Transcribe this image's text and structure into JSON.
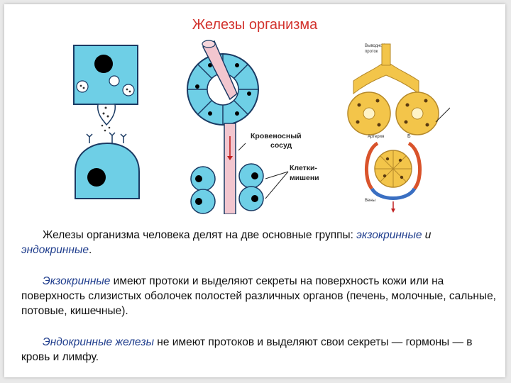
{
  "title": "Железы организма",
  "figure2": {
    "label_vessel_1": "Кровеносный",
    "label_vessel_2": "сосуд",
    "label_target_1": "Клетки-",
    "label_target_2": "мишени"
  },
  "figure3": {
    "label_duct_1": "Выводной",
    "label_duct_2": "проток",
    "label_artery": "Артерия",
    "label_vein": "Вены",
    "label_b": "Б"
  },
  "paragraphs": {
    "p1_text": "Железы организма человека делят на две основные группы: ",
    "p1_exo": "экзокринные",
    "p1_mid": " и ",
    "p1_endo": "эндокринные",
    "p1_end": ".",
    "p2_exo": "Экзокринные",
    "p2_text": " имеют протоки и выделяют секреты на поверхность кожи или на поверхность слизистых оболочек полостей различных органов (печень, молочные, сальные, потовые, кишечные).",
    "p3_endo": "Эндокринные железы",
    "p3_text": " не имеют протоков и выделяют свои секреты — гормоны — в кровь и лимфу."
  }
}
